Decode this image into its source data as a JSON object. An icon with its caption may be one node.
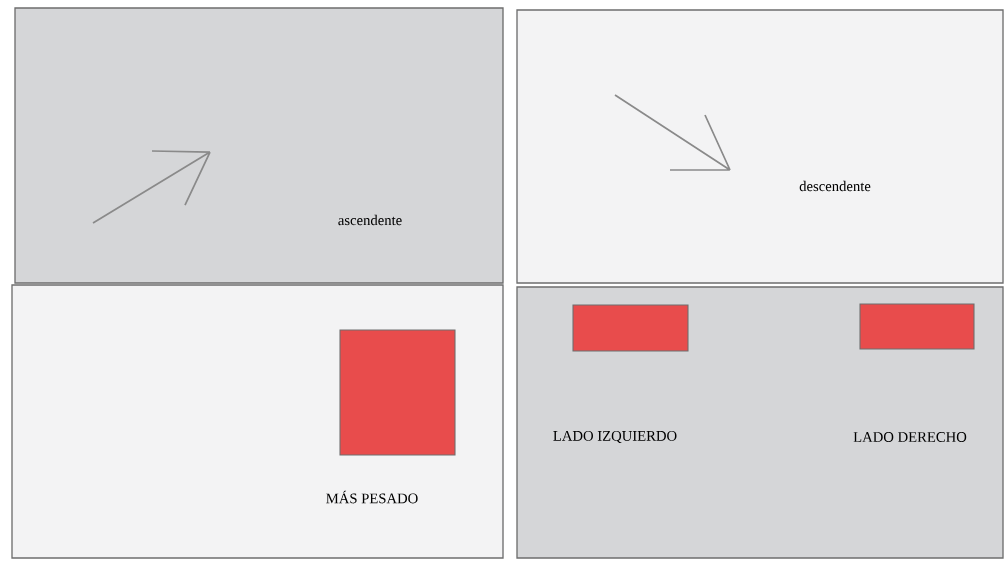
{
  "diagram": {
    "nodes": [
      {
        "text": [
          "ascendente"
        ]
      },
      {
        "text": [
          "descendente"
        ]
      },
      {
        "text": [
          "MÁS PESADO"
        ]
      },
      {
        "text": [],
        "shape": "box",
        "in": 2
      },
      {
        "text": [
          "LADO IZQUIERDO",
          "LADO DERECHO"
        ]
      },
      {
        "text": [],
        "shape": "box",
        "in": 4
      },
      {
        "text": [],
        "shape": "box",
        "in": 4
      }
    ]
  }
}
